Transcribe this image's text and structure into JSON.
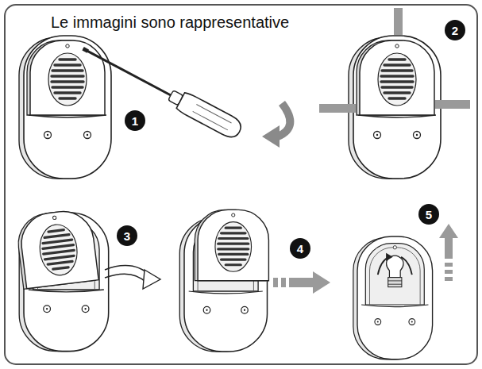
{
  "diagram": {
    "title": "Le immagini sono rappresentative",
    "nodes": [
      {
        "text": [
          "1"
        ]
      },
      {
        "text": [
          "2"
        ]
      },
      {
        "text": [
          "3"
        ]
      },
      {
        "text": [
          "4"
        ]
      },
      {
        "text": [
          "5"
        ]
      }
    ]
  }
}
